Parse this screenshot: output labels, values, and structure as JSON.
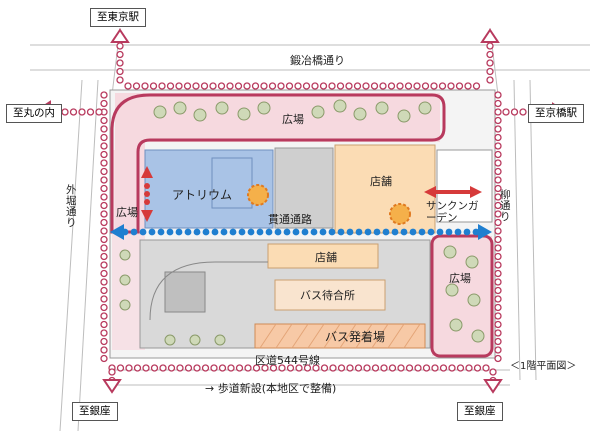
{
  "destinations": {
    "north": "至東京駅",
    "west": "至丸の内",
    "east": "至京橋駅",
    "south_west": "至銀座",
    "south_east": "至銀座"
  },
  "streets": {
    "north": "鍛冶橋通り",
    "west": "外堀通り",
    "east": "柳通り",
    "south": "区道544号線"
  },
  "areas": {
    "plaza_north": "広場",
    "plaza_west": "広場",
    "plaza_east": "広場",
    "atrium": "アトリウム",
    "shop_north": "店舗",
    "shop_center": "店舗",
    "passage": "貫通通路",
    "sunken_garden": "サンクンガーデン",
    "bus_waiting": "バス待合所",
    "bus_terminal": "バス発着場"
  },
  "notes": {
    "sidewalk": "歩道新設(本地区で整備)",
    "floor_plan": "＜1階平面図＞"
  },
  "colors": {
    "plaza_fill": "#f6d9df",
    "walkway_line": "#b83a5e",
    "passage_arrow": "#1f7fd0",
    "atrium_fill": "#a9c3e6",
    "shop_fill": "#fbdcb4",
    "bus_fill": "#f7c9a6"
  }
}
